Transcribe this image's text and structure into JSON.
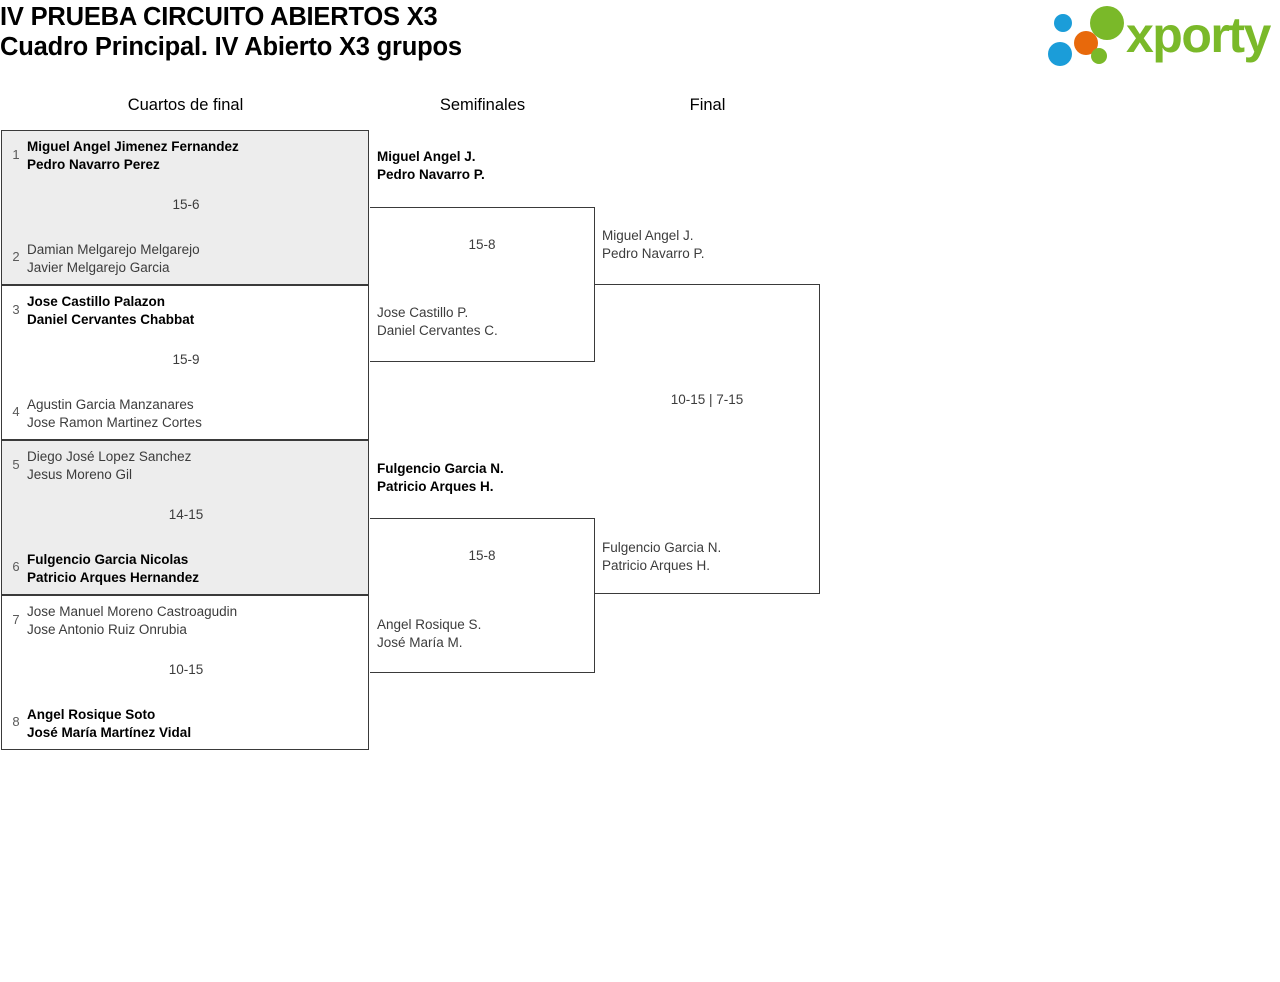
{
  "header": {
    "title_line1": "IV PRUEBA CIRCUITO ABIERTOS X3",
    "title_line2": "Cuadro Principal. IV Abierto X3 grupos"
  },
  "logo": {
    "wordmark": "xporty",
    "green": "#7ab929",
    "orange": "#e8690b",
    "blue": "#1b9dd9"
  },
  "rounds": {
    "quarterfinals_label": "Cuartos de final",
    "semifinals_label": "Semifinales",
    "final_label": "Final"
  },
  "quarterfinals": [
    {
      "score": "15-6",
      "top": {
        "seed": "1",
        "player1": "Miguel Angel Jimenez Fernandez",
        "player2": "Pedro Navarro Perez",
        "winner": true
      },
      "bottom": {
        "seed": "2",
        "player1": "Damian Melgarejo Melgarejo",
        "player2": "Javier Melgarejo Garcia",
        "winner": false
      }
    },
    {
      "score": "15-9",
      "top": {
        "seed": "3",
        "player1": "Jose Castillo Palazon",
        "player2": "Daniel Cervantes Chabbat",
        "winner": true
      },
      "bottom": {
        "seed": "4",
        "player1": "Agustin Garcia Manzanares",
        "player2": "Jose Ramon Martinez Cortes",
        "winner": false
      }
    },
    {
      "score": "14-15",
      "top": {
        "seed": "5",
        "player1": "Diego José Lopez Sanchez",
        "player2": "Jesus Moreno Gil",
        "winner": false
      },
      "bottom": {
        "seed": "6",
        "player1": "Fulgencio Garcia Nicolas",
        "player2": "Patricio Arques Hernandez",
        "winner": true
      }
    },
    {
      "score": "10-15",
      "top": {
        "seed": "7",
        "player1": "Jose Manuel Moreno Castroagudin",
        "player2": "Jose Antonio Ruiz Onrubia",
        "winner": false
      },
      "bottom": {
        "seed": "8",
        "player1": "Angel Rosique Soto",
        "player2": "José María Martínez Vidal",
        "winner": true
      }
    }
  ],
  "semifinals": [
    {
      "score": "15-8",
      "top": {
        "player1": "Miguel Angel J.",
        "player2": "Pedro Navarro P.",
        "winner": true
      },
      "bottom": {
        "player1": "Jose Castillo P.",
        "player2": "Daniel Cervantes C.",
        "winner": false
      }
    },
    {
      "score": "15-8",
      "top": {
        "player1": "Fulgencio Garcia N.",
        "player2": "Patricio Arques H.",
        "winner": true
      },
      "bottom": {
        "player1": "Angel Rosique S.",
        "player2": "José María M.",
        "winner": false
      }
    }
  ],
  "final": {
    "score": "10-15 | 7-15",
    "top": {
      "player1": "Miguel Angel J.",
      "player2": "Pedro Navarro P.",
      "winner": false
    },
    "bottom": {
      "player1": "Fulgencio Garcia N.",
      "player2": "Patricio Arques H.",
      "winner": false
    }
  }
}
